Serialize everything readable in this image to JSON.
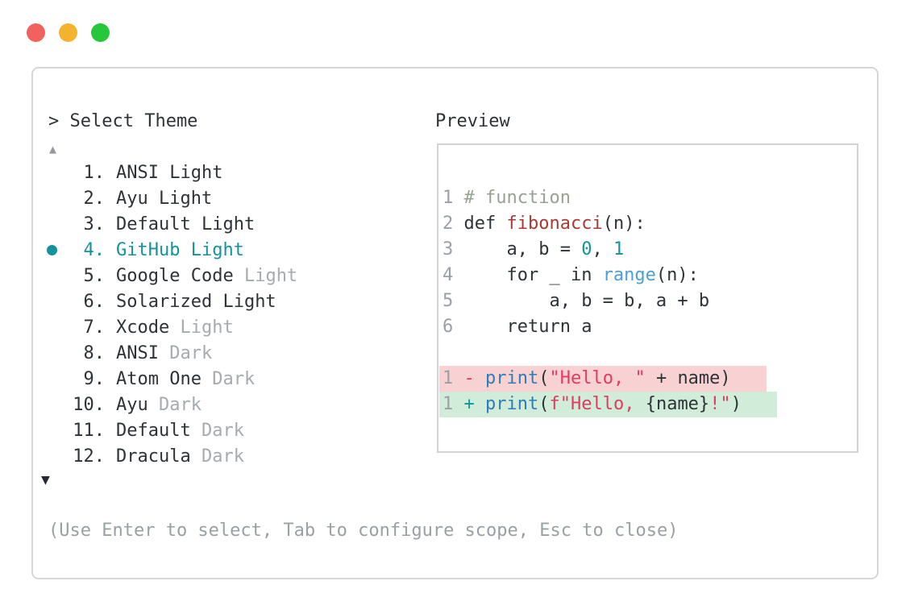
{
  "window": {
    "controls": [
      {
        "name": "close",
        "color": "#f2625c"
      },
      {
        "name": "minimize",
        "color": "#f3b32d"
      },
      {
        "name": "maximize",
        "color": "#27c73c"
      }
    ]
  },
  "panel": {
    "select_header": "> Select Theme",
    "preview_label": "Preview",
    "scroll_up_indicator": "▲",
    "scroll_down_indicator": "▼",
    "help_text": "(Use Enter to select, Tab to configure scope, Esc to close)"
  },
  "themes": {
    "selected_number": "4.",
    "selected_label": "GitHub Light",
    "items": [
      {
        "number": "1.",
        "name": "ANSI",
        "variant": "Light",
        "variant_muted": false,
        "selected": false
      },
      {
        "number": "2.",
        "name": "Ayu",
        "variant": "Light",
        "variant_muted": false,
        "selected": false
      },
      {
        "number": "3.",
        "name": "Default",
        "variant": "Light",
        "variant_muted": false,
        "selected": false
      },
      {
        "number": "4.",
        "name": "GitHub",
        "variant": "Light",
        "variant_muted": false,
        "selected": true
      },
      {
        "number": "5.",
        "name": "Google Code",
        "variant": "Light",
        "variant_muted": true,
        "selected": false
      },
      {
        "number": "6.",
        "name": "Solarized",
        "variant": "Light",
        "variant_muted": false,
        "selected": false
      },
      {
        "number": "7.",
        "name": "Xcode",
        "variant": "Light",
        "variant_muted": true,
        "selected": false
      },
      {
        "number": "8.",
        "name": "ANSI",
        "variant": "Dark",
        "variant_muted": true,
        "selected": false
      },
      {
        "number": "9.",
        "name": "Atom One",
        "variant": "Dark",
        "variant_muted": true,
        "selected": false
      },
      {
        "number": "10.",
        "name": "Ayu",
        "variant": "Dark",
        "variant_muted": true,
        "selected": false
      },
      {
        "number": "11.",
        "name": "Default",
        "variant": "Dark",
        "variant_muted": true,
        "selected": false
      },
      {
        "number": "12.",
        "name": "Dracula",
        "variant": "Dark",
        "variant_muted": true,
        "selected": false
      }
    ]
  },
  "preview": {
    "code_lines": [
      {
        "bg": null,
        "segments": [
          {
            "t": "1",
            "c": "ln"
          },
          {
            "t": " ",
            "c": "txt"
          },
          {
            "t": "# function",
            "c": "com"
          }
        ]
      },
      {
        "bg": null,
        "segments": [
          {
            "t": "2",
            "c": "ln"
          },
          {
            "t": " def ",
            "c": "txt"
          },
          {
            "t": "fibonacci",
            "c": "fn"
          },
          {
            "t": "(n):",
            "c": "txt"
          }
        ]
      },
      {
        "bg": null,
        "segments": [
          {
            "t": "3",
            "c": "ln"
          },
          {
            "t": "     a, b = ",
            "c": "txt"
          },
          {
            "t": "0",
            "c": "num"
          },
          {
            "t": ", ",
            "c": "txt"
          },
          {
            "t": "1",
            "c": "num"
          }
        ]
      },
      {
        "bg": null,
        "segments": [
          {
            "t": "4",
            "c": "ln"
          },
          {
            "t": "     for _ in ",
            "c": "txt"
          },
          {
            "t": "range",
            "c": "rng"
          },
          {
            "t": "(n):",
            "c": "txt"
          }
        ]
      },
      {
        "bg": null,
        "segments": [
          {
            "t": "5",
            "c": "ln"
          },
          {
            "t": "         a, b = b, a + b",
            "c": "txt"
          }
        ]
      },
      {
        "bg": null,
        "segments": [
          {
            "t": "6",
            "c": "ln"
          },
          {
            "t": "     return a",
            "c": "txt"
          }
        ]
      },
      {
        "bg": null,
        "segments": []
      },
      {
        "bg": "del",
        "segments": [
          {
            "t": "1",
            "c": "ln"
          },
          {
            "t": " ",
            "c": "txt"
          },
          {
            "t": "-",
            "c": "del"
          },
          {
            "t": " ",
            "c": "txt"
          },
          {
            "t": "print",
            "c": "prt"
          },
          {
            "t": "(",
            "c": "txt"
          },
          {
            "t": "\"Hello, \"",
            "c": "str"
          },
          {
            "t": " + name)",
            "c": "txt"
          }
        ]
      },
      {
        "bg": "ins",
        "segments": [
          {
            "t": "1",
            "c": "ln"
          },
          {
            "t": " ",
            "c": "txt"
          },
          {
            "t": "+",
            "c": "ins"
          },
          {
            "t": " ",
            "c": "txt"
          },
          {
            "t": "print",
            "c": "prt"
          },
          {
            "t": "(",
            "c": "txt"
          },
          {
            "t": "f\"Hello, ",
            "c": "str"
          },
          {
            "t": "{name}",
            "c": "txt"
          },
          {
            "t": "!\"",
            "c": "str"
          },
          {
            "t": ")",
            "c": "txt"
          }
        ]
      }
    ]
  },
  "colors": {
    "text_dark": "#2e3338",
    "muted": "#a6abb0",
    "line_number": "#9aa0a5",
    "help": "#9aa0a5",
    "selected_teal": "#12939b",
    "comment": "#98a294",
    "function_red": "#a93a33",
    "number_teal": "#12939b",
    "builtin_blue": "#4a9fd6",
    "print_blue": "#2e7cb8",
    "string_crimson": "#e23b61",
    "del_marker": "#e23b61",
    "ins_marker": "#12939b",
    "del_bg": "#f8d2d2",
    "ins_bg": "#d2ecda",
    "panel_border": "#d6d6d6",
    "arrow_up": "#97999c",
    "arrow_down": "#25282c"
  }
}
